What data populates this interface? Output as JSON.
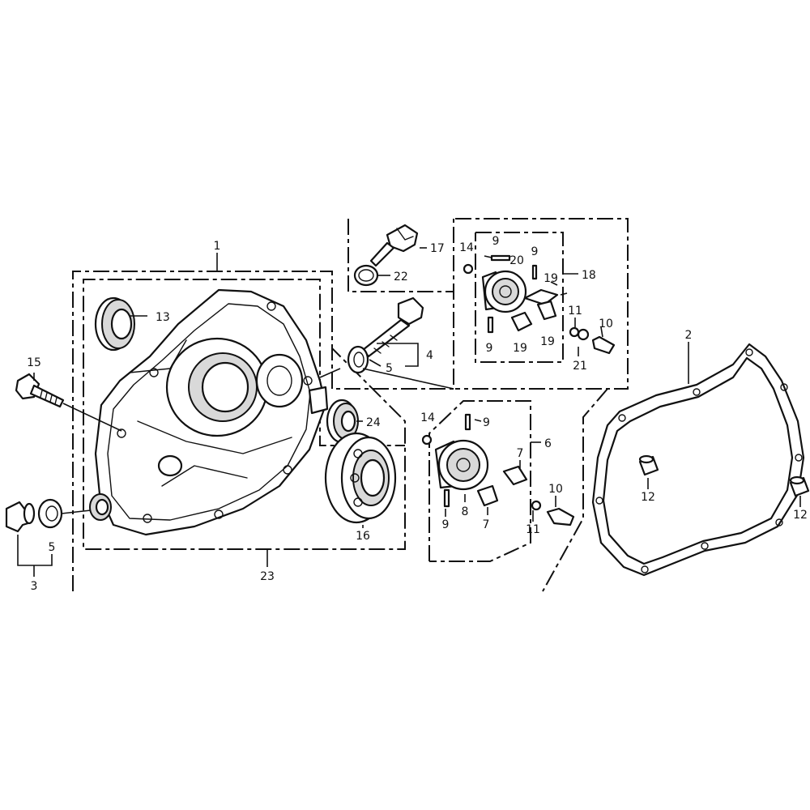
{
  "callouts": {
    "c1": "1",
    "c2": "2",
    "c3": "3",
    "c4": "4",
    "c5a": "5",
    "c5b": "5",
    "c6": "6",
    "c7a": "7",
    "c7b": "7",
    "c8": "8",
    "c9a": "9",
    "c9b": "9",
    "c9c": "9",
    "c9d": "9",
    "c9e": "9",
    "c10a": "10",
    "c10b": "10",
    "c11a": "11",
    "c11b": "11",
    "c12a": "12",
    "c12b": "12",
    "c13": "13",
    "c14a": "14",
    "c14b": "14",
    "c15": "15",
    "c16": "16",
    "c17": "17",
    "c18": "18",
    "c19a": "19",
    "c19b": "19",
    "c19c": "19",
    "c20": "20",
    "c21": "21",
    "c22": "22",
    "c23": "23",
    "c24": "24"
  }
}
